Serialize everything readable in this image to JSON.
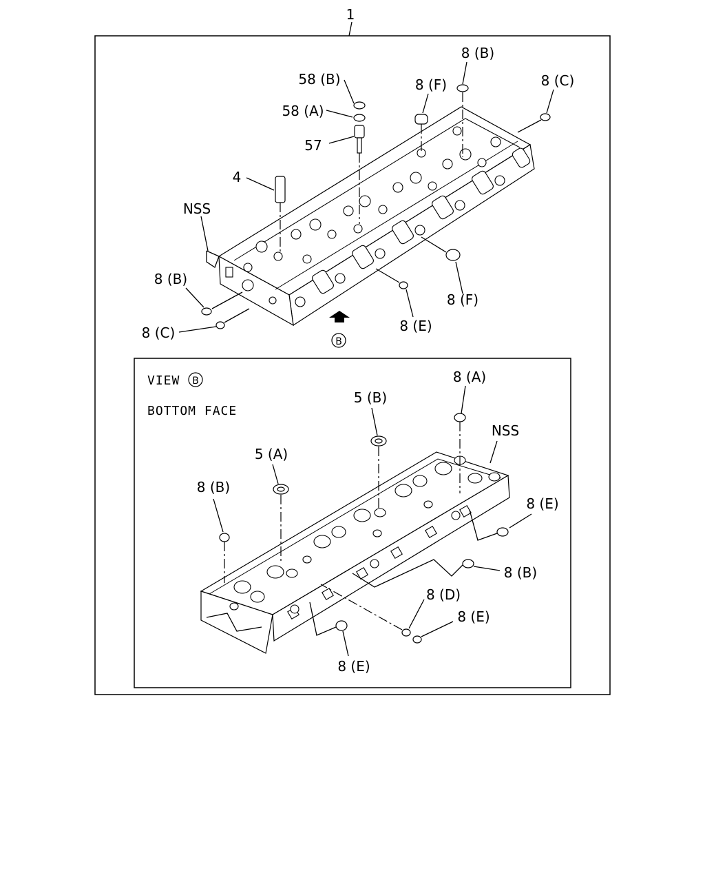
{
  "diagram": {
    "assembly_number": "1",
    "view_marker": "B",
    "upper": {
      "labels": {
        "p58b": "58 (B)",
        "p58a": "58 (A)",
        "p57": "57",
        "p4": "4",
        "nss": "NSS",
        "p8b_top": "8 (B)",
        "p8f_top": "8 (F)",
        "p8c_top": "8 (C)",
        "p8b_left": "8 (B)",
        "p8c_left": "8 (C)",
        "p8e": "8 (E)",
        "p8f_right": "8 (F)"
      }
    },
    "inset": {
      "title_line1": "VIEW",
      "title_line2": "BOTTOM FACE",
      "labels": {
        "p8a": "8 (A)",
        "p5b": "5 (B)",
        "p5a": "5 (A)",
        "nss": "NSS",
        "p8b_left": "8 (B)",
        "p8e_right": "8 (E)",
        "p8b_right": "8 (B)",
        "p8d": "8 (D)",
        "p8e_mid": "8 (E)",
        "p8e_bottom": "8 (E)"
      }
    }
  }
}
